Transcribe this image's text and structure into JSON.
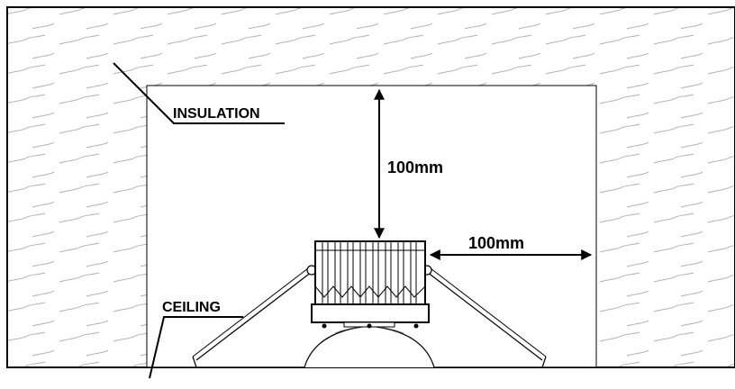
{
  "labels": {
    "insulation": "INSULATION",
    "ceiling": "CEILING",
    "top_clearance": "100mm",
    "side_clearance": "100mm"
  }
}
